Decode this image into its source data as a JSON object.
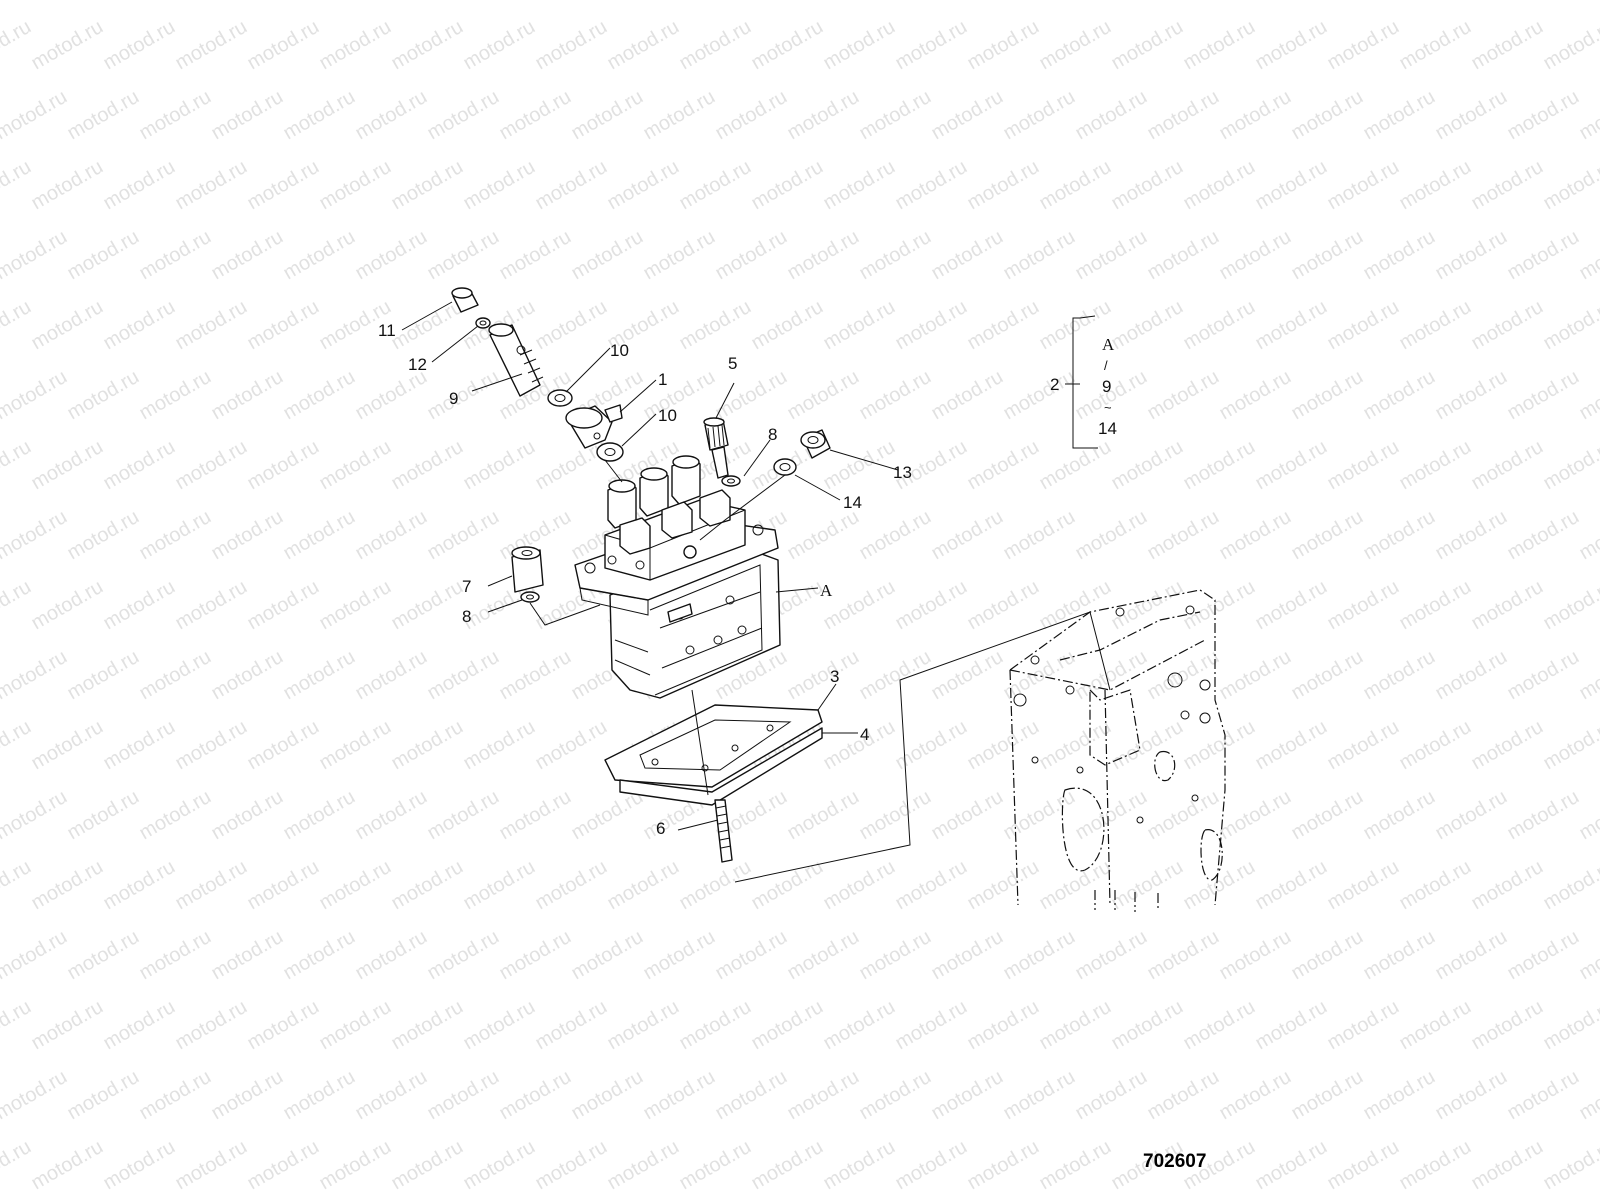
{
  "diagram": {
    "sheet_number": "702607",
    "watermark_text": "motod.ru",
    "callouts": [
      "11",
      "12",
      "10",
      "9",
      "1",
      "10",
      "5",
      "8",
      "13",
      "14",
      "7",
      "8",
      "A",
      "3",
      "4",
      "6"
    ],
    "legend": {
      "group_number": "2",
      "items": [
        "A",
        "9",
        "14"
      ],
      "separator_1": "/",
      "separator_2": "~"
    }
  }
}
